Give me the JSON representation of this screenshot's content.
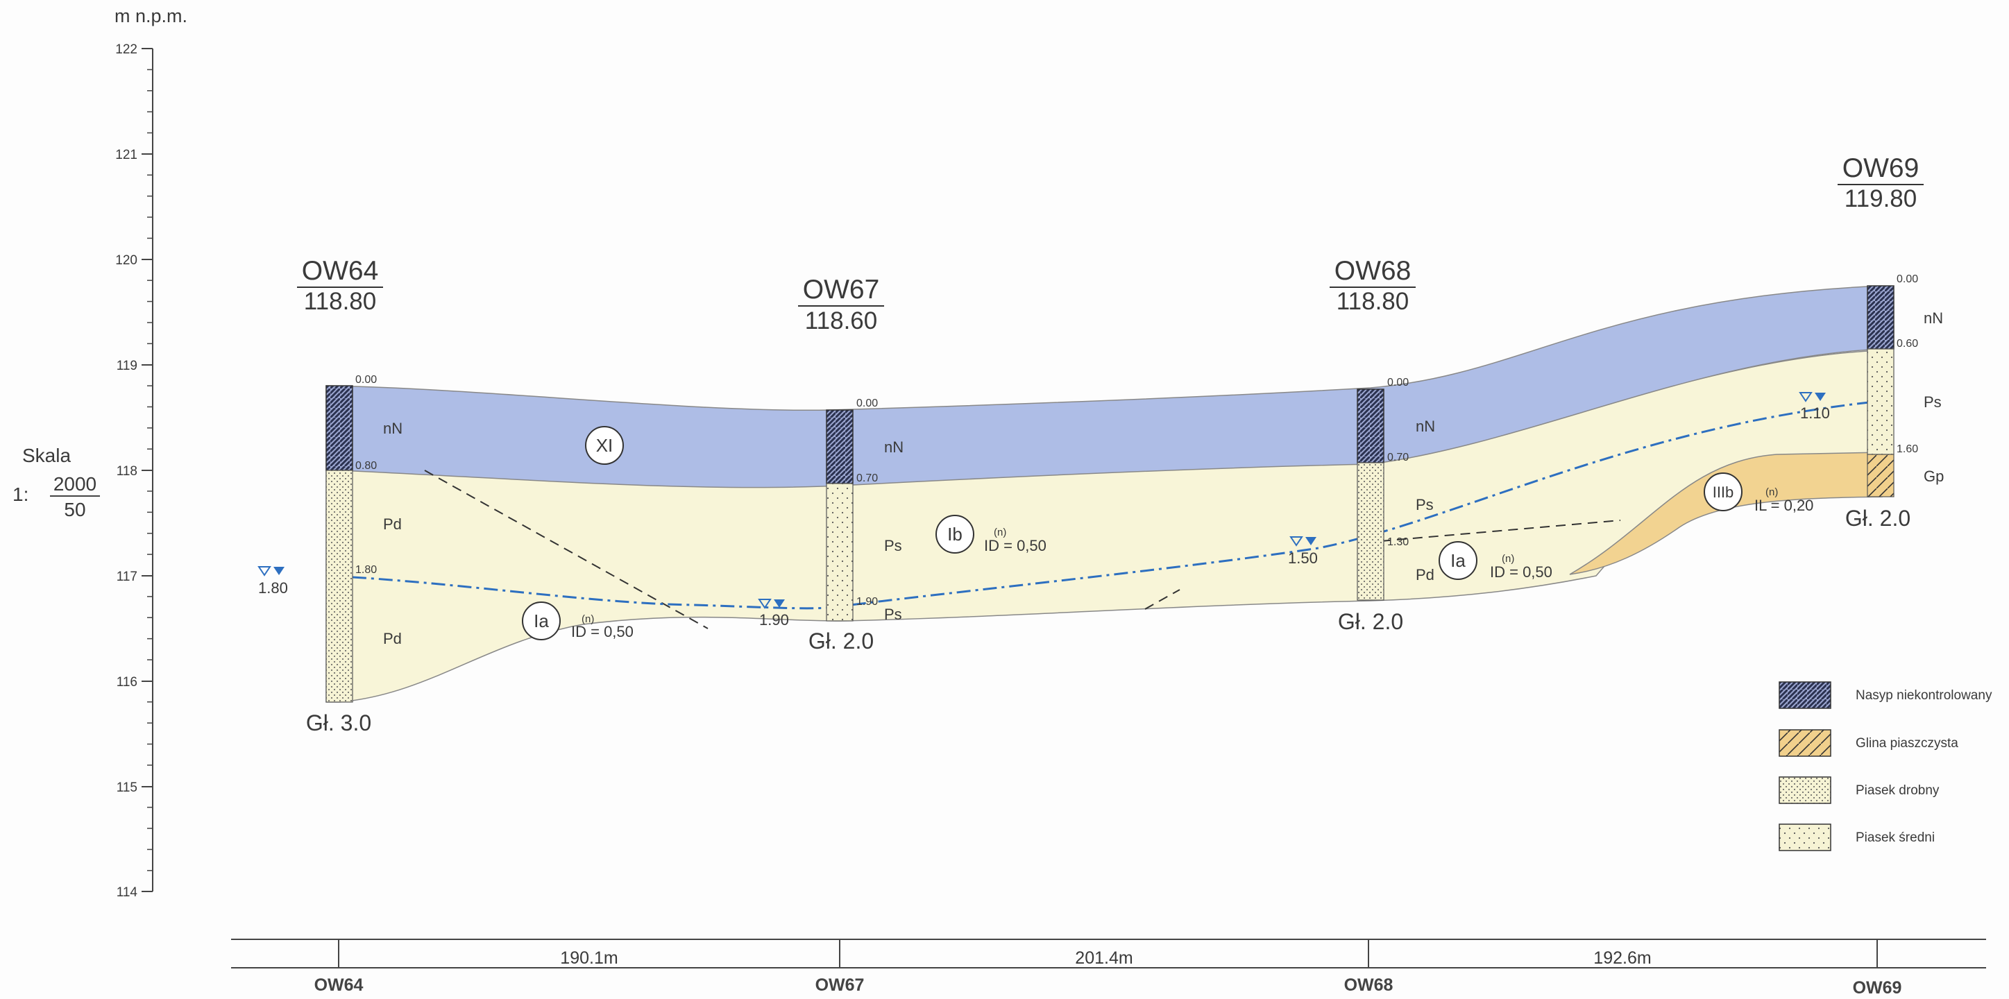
{
  "axis": {
    "unit": "m n.p.m.",
    "ticks": [
      "122",
      "121",
      "120",
      "119",
      "118",
      "117",
      "116",
      "115",
      "114"
    ]
  },
  "scale": {
    "label": "Skala",
    "prefix": "1:",
    "horizontal": "2000",
    "vertical": "50"
  },
  "boreholes": [
    {
      "name": "OW64",
      "elevation": "118.80",
      "end_depth": "Gł. 3.0",
      "depths": [
        "0.00",
        "0.80",
        "1.80"
      ],
      "layers": [
        "nN",
        "Pd",
        "Pd"
      ],
      "water": "1.80"
    },
    {
      "name": "OW67",
      "elevation": "118.60",
      "end_depth": "Gł. 2.0",
      "depths": [
        "0.00",
        "0.70",
        "1.90"
      ],
      "layers": [
        "nN",
        "Ps",
        "Ps"
      ],
      "water": "1.90"
    },
    {
      "name": "OW68",
      "elevation": "118.80",
      "end_depth": "Gł. 2.0",
      "depths": [
        "0.00",
        "0.70",
        "1.30"
      ],
      "layers": [
        "nN",
        "Ps",
        "Pd"
      ],
      "water": "1.50"
    },
    {
      "name": "OW69",
      "elevation": "119.80",
      "end_depth": "Gł. 2.0",
      "depths": [
        "0.00",
        "0.60",
        "1.60"
      ],
      "layers": [
        "nN",
        "Ps",
        "Gp"
      ],
      "water": "1.10"
    }
  ],
  "zones": [
    {
      "id": "XI",
      "sup": "",
      "value": ""
    },
    {
      "id": "Ia",
      "sup": "(n)",
      "value": "ID = 0,50"
    },
    {
      "id": "Ib",
      "sup": "(n)",
      "value": "ID = 0,50"
    },
    {
      "id": "Ia",
      "sup": "(n)",
      "value": "ID = 0,50"
    },
    {
      "id": "IIIb",
      "sup": "(n)",
      "value": "IL = 0,20"
    }
  ],
  "legend": [
    {
      "label": "Nasyp niekontrolowany",
      "pattern": "fill-hatch",
      "color": "#8a9ac8"
    },
    {
      "label": "Glina piaszczysta",
      "pattern": "diagonal",
      "color": "#f1d08c"
    },
    {
      "label": "Piasek drobny",
      "pattern": "dense-dots",
      "color": "#f6f3cf"
    },
    {
      "label": "Piasek średni",
      "pattern": "sparse-dots",
      "color": "#f6f3cf"
    }
  ],
  "distances": [
    "190.1m",
    "201.4m",
    "192.6m"
  ],
  "bottom_names": [
    "OW64",
    "OW67",
    "OW68",
    "OW69"
  ],
  "colors": {
    "fill_layer": "#aebde6",
    "sand_layer": "#f8f5d8",
    "clay_layer": "#f2d391",
    "water_line": "#2d6fc0",
    "grid": "#444444"
  }
}
